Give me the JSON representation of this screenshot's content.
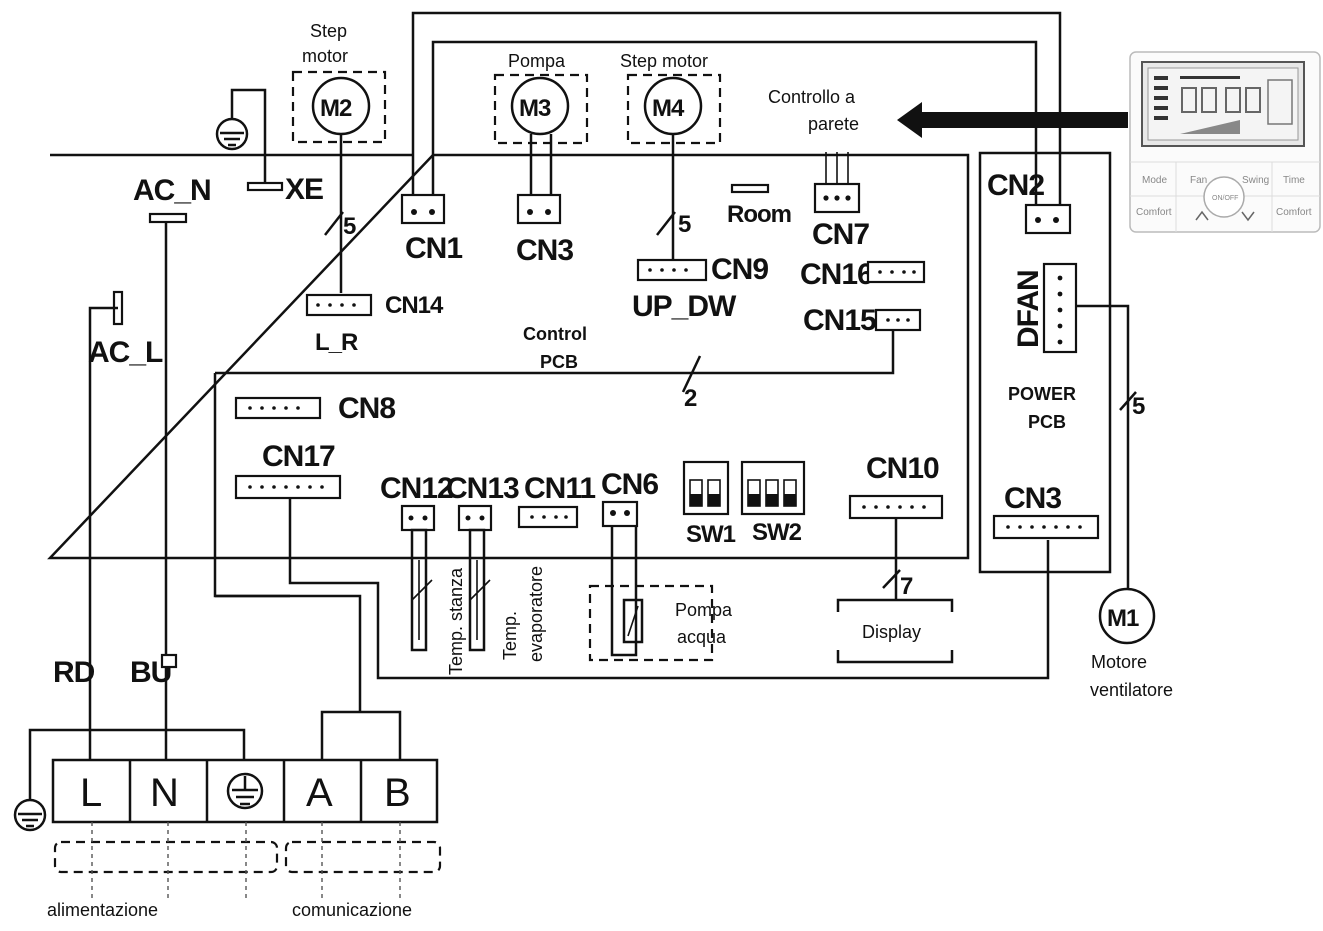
{
  "motors": {
    "m2": {
      "label": "M2",
      "caption_1": "Step",
      "caption_2": "motor"
    },
    "m3": {
      "label": "M3",
      "caption": "Pompa"
    },
    "m4": {
      "label": "M4",
      "caption": "Step motor"
    },
    "m1": {
      "label": "M1",
      "caption_1": "Motore",
      "caption_2": "ventilatore"
    }
  },
  "wall_control": {
    "caption_1": "Controllo a",
    "caption_2": "parete",
    "buttons": [
      "Mode",
      "Fan",
      "Swing",
      "Time",
      "Comfort",
      "Comfort"
    ],
    "center_label": "ON/OFF"
  },
  "control_pcb": {
    "title_1": "Control",
    "title_2": "PCB",
    "labels": {
      "ac_n": "AC_N",
      "ac_l": "AC_L",
      "xe": "XE",
      "cn1": "CN1",
      "cn3": "CN3",
      "cn9": "CN9",
      "up_dw": "UP_DW",
      "room": "Room",
      "cn7": "CN7",
      "cn16": "CN16",
      "cn15": "CN15",
      "cn14": "CN14",
      "l_r": "L_R",
      "cn8": "CN8",
      "cn17": "CN17",
      "cn12": "CN12",
      "cn13": "CN13",
      "cn11": "CN11",
      "cn6": "CN6",
      "sw1": "SW1",
      "sw2": "SW2",
      "cn10": "CN10"
    },
    "wire_counts": {
      "m2": "5",
      "m4": "5",
      "cn15": "2",
      "display": "7",
      "fan": "5"
    }
  },
  "power_pcb": {
    "title_1": "POWER",
    "title_2": "PCB",
    "cn2": "CN2",
    "dfan": "DFAN",
    "cn3": "CN3"
  },
  "sensors": {
    "room": "Temp. stanza",
    "evap_1": "Temp.",
    "evap_2": "evaporatore"
  },
  "pump": {
    "line_1": "Pompa",
    "line_2": "acqua"
  },
  "display_box": "Display",
  "wires": {
    "rd": "RD",
    "bu": "BU"
  },
  "terminals": [
    "L",
    "N",
    "⏚",
    "A",
    "B"
  ],
  "groups": {
    "power": "alimentazione",
    "comm": "comunicazione"
  }
}
